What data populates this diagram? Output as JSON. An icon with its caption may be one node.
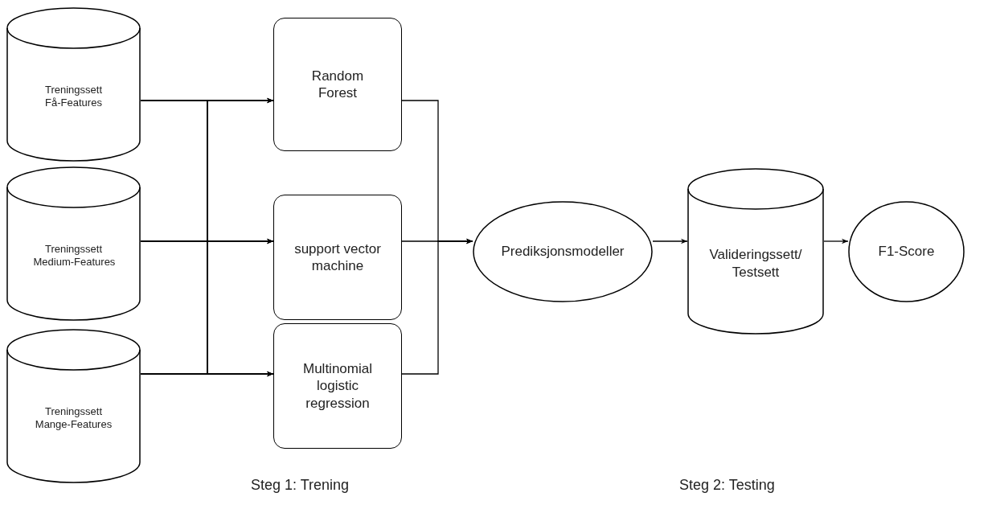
{
  "diagram": {
    "nodes": [
      {
        "text": [
          "Treningssett Få-Features"
        ]
      },
      {
        "text": [
          "Treningssett Medium-Features"
        ]
      },
      {
        "text": [
          "Treningssett Mange-Features"
        ]
      },
      {
        "text": [
          "Random Forest"
        ]
      },
      {
        "text": [
          "support vector machine"
        ]
      },
      {
        "text": [
          "Multinomial logistic regression"
        ]
      },
      {
        "text": [
          "Prediksjonsmodeller"
        ]
      },
      {
        "text": [
          "Valideringssett/ Testsett"
        ]
      },
      {
        "text": [
          "F1-Score"
        ]
      }
    ],
    "edges": [
      {
        "from": 0,
        "to": 3,
        "arrow": "to"
      },
      {
        "from": 0,
        "to": 4,
        "arrow": "to"
      },
      {
        "from": 0,
        "to": 5,
        "arrow": "to"
      },
      {
        "from": 1,
        "to": 3,
        "arrow": "to"
      },
      {
        "from": 1,
        "to": 4,
        "arrow": "to"
      },
      {
        "from": 1,
        "to": 5,
        "arrow": "to"
      },
      {
        "from": 2,
        "to": 3,
        "arrow": "to"
      },
      {
        "from": 2,
        "to": 4,
        "arrow": "to"
      },
      {
        "from": 2,
        "to": 5,
        "arrow": "to"
      },
      {
        "from": 3,
        "to": 6,
        "arrow": "to"
      },
      {
        "from": 4,
        "to": 6,
        "arrow": "to"
      },
      {
        "from": 5,
        "to": 6,
        "arrow": "to"
      },
      {
        "from": 6,
        "to": 7,
        "arrow": "to"
      },
      {
        "from": 7,
        "to": 8,
        "arrow": "to"
      }
    ],
    "labels": [
      "Steg 1: Trening",
      "Steg 2: Testing"
    ]
  }
}
